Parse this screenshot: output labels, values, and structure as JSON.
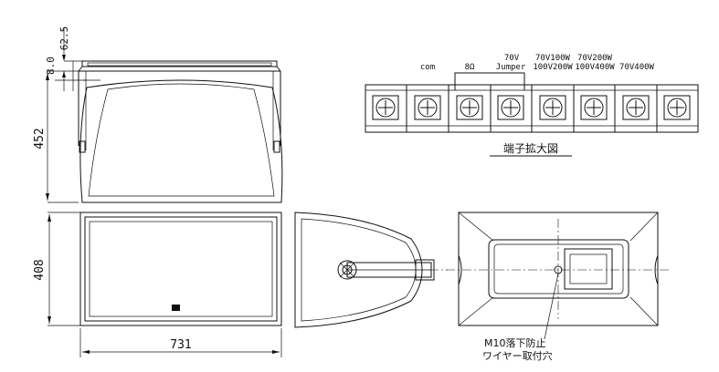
{
  "dimensions": {
    "top_offset_a": "62.5",
    "top_offset_b": "8.0",
    "height_side": "452",
    "depth": "408",
    "width": "731"
  },
  "terminal": {
    "labels": {
      "com": "com",
      "ohm8": "8Ω",
      "v70_top": "70V",
      "jumper": "Jumper",
      "v70_100w_top": "70V100W",
      "v100_200w": "100V200W",
      "v70_200w_top": "70V200W",
      "v100_400w": "100V400W",
      "v70_400w": "70V400W"
    },
    "caption": "端子拡大図"
  },
  "callout": {
    "line1": "M10落下防止",
    "line2": "ワイヤー取付穴"
  }
}
